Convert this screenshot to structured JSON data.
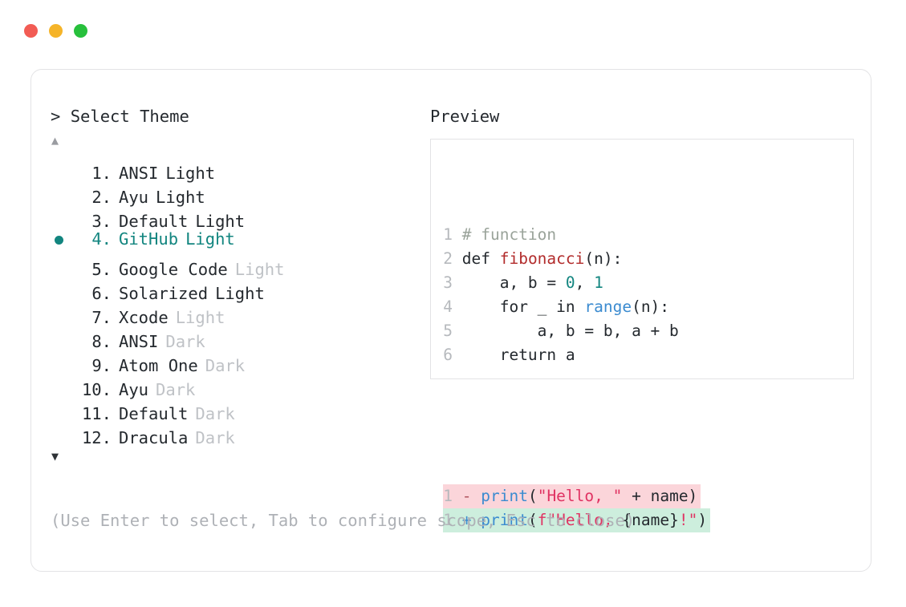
{
  "window": {
    "traffic_lights": [
      {
        "name": "close",
        "color": "#f25c54"
      },
      {
        "name": "minimize",
        "color": "#f5b429"
      },
      {
        "name": "maximize",
        "color": "#27c03c"
      }
    ]
  },
  "selector": {
    "prompt_symbol": "> ",
    "title": "Select Theme",
    "scroll_up_glyph": "▲",
    "scroll_down_glyph": "▼",
    "selected_index": 4,
    "items": [
      {
        "index": "1.",
        "name": "ANSI",
        "suffix": "Light",
        "suffix_dim": false,
        "selected": false
      },
      {
        "index": "2.",
        "name": "Ayu",
        "suffix": "Light",
        "suffix_dim": false,
        "selected": false
      },
      {
        "index": "3.",
        "name": "Default",
        "suffix": "Light",
        "suffix_dim": false,
        "selected": false
      },
      {
        "index": "4.",
        "name": "GitHub",
        "suffix": "Light",
        "suffix_dim": false,
        "selected": true
      },
      {
        "index": "5.",
        "name": "Google Code",
        "suffix": "Light",
        "suffix_dim": true,
        "selected": false
      },
      {
        "index": "6.",
        "name": "Solarized",
        "suffix": "Light",
        "suffix_dim": false,
        "selected": false
      },
      {
        "index": "7.",
        "name": "Xcode",
        "suffix": "Light",
        "suffix_dim": true,
        "selected": false
      },
      {
        "index": "8.",
        "name": "ANSI",
        "suffix": "Dark",
        "suffix_dim": true,
        "selected": false
      },
      {
        "index": "9.",
        "name": "Atom One",
        "suffix": "Dark",
        "suffix_dim": true,
        "selected": false
      },
      {
        "index": "10.",
        "name": "Ayu",
        "suffix": "Dark",
        "suffix_dim": true,
        "selected": false
      },
      {
        "index": "11.",
        "name": "Default",
        "suffix": "Dark",
        "suffix_dim": true,
        "selected": false
      },
      {
        "index": "12.",
        "name": "Dracula",
        "suffix": "Dark",
        "suffix_dim": true,
        "selected": false
      }
    ],
    "hint": "(Use Enter to select, Tab to configure scope, Esc to close)"
  },
  "preview": {
    "title": "Preview",
    "code_lines": [
      {
        "number": "1",
        "tokens": [
          {
            "text": "# function",
            "type": "comment"
          }
        ]
      },
      {
        "number": "2",
        "tokens": [
          {
            "text": "def ",
            "type": "kw"
          },
          {
            "text": "fibonacci",
            "type": "fn"
          },
          {
            "text": "(n):",
            "type": "plain"
          }
        ]
      },
      {
        "number": "3",
        "tokens": [
          {
            "text": "    a, b = ",
            "type": "plain"
          },
          {
            "text": "0",
            "type": "num"
          },
          {
            "text": ", ",
            "type": "plain"
          },
          {
            "text": "1",
            "type": "num"
          }
        ]
      },
      {
        "number": "4",
        "tokens": [
          {
            "text": "    for _ in ",
            "type": "plain"
          },
          {
            "text": "range",
            "type": "builtin"
          },
          {
            "text": "(n):",
            "type": "plain"
          }
        ]
      },
      {
        "number": "5",
        "tokens": [
          {
            "text": "        a, b = b, a + b",
            "type": "plain"
          }
        ]
      },
      {
        "number": "6",
        "tokens": [
          {
            "text": "    return a",
            "type": "plain"
          }
        ]
      }
    ],
    "diff_lines": [
      {
        "number": "1",
        "kind": "deletion",
        "marker": "-",
        "background": "#fbd5da",
        "tokens": [
          {
            "text": "print",
            "type": "call"
          },
          {
            "text": "(",
            "type": "plain"
          },
          {
            "text": "\"Hello, \"",
            "type": "str"
          },
          {
            "text": " + name)",
            "type": "plain"
          }
        ]
      },
      {
        "number": "1",
        "kind": "addition",
        "marker": "+",
        "background": "#cdeedd",
        "tokens": [
          {
            "text": "print",
            "type": "call"
          },
          {
            "text": "(",
            "type": "plain"
          },
          {
            "text": "f\"Hello, ",
            "type": "str"
          },
          {
            "text": "{name}",
            "type": "brace"
          },
          {
            "text": "!\"",
            "type": "str"
          },
          {
            "text": ")",
            "type": "plain"
          }
        ]
      }
    ]
  }
}
